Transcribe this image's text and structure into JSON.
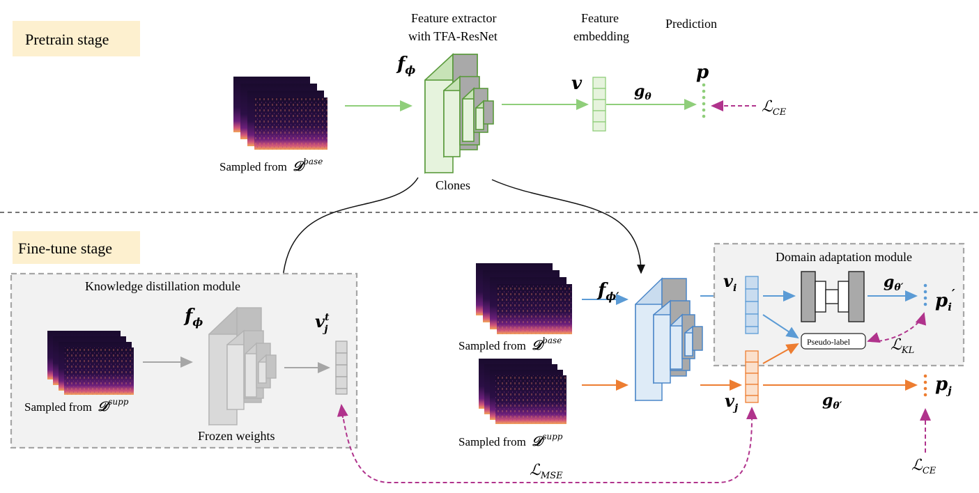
{
  "stages": {
    "pretrain": "Pretrain stage",
    "finetune": "Fine-tune stage"
  },
  "pretrain": {
    "feature_extractor_line1": "Feature extractor",
    "feature_extractor_line2": "with TFA-ResNet",
    "feature_embedding_line1": "Feature",
    "feature_embedding_line2": "embedding",
    "prediction": "Prediction",
    "sampled_from": "Sampled from",
    "dataset_base": "base",
    "f_label": "f",
    "f_sub": "ϕ",
    "v_label": "v",
    "g_label": "g",
    "g_sub": "θ",
    "p_label": "p",
    "loss": "L",
    "loss_sub": "CE",
    "clones": "Clones"
  },
  "kd_module": {
    "title": "Knowledge distillation module",
    "f_label": "f",
    "f_sub": "ϕ",
    "v_label": "v",
    "v_sub": "j",
    "v_sup": "t",
    "sampled_from": "Sampled from",
    "dataset_supp": "supp",
    "frozen": "Frozen weights"
  },
  "finetune": {
    "f_label": "f",
    "f_sub": "ϕ′",
    "sampled_base": "Sampled from",
    "dataset_base": "base",
    "sampled_supp": "Sampled from",
    "dataset_supp": "supp",
    "vi_label": "v",
    "vi_sub": "i",
    "vj_label": "v",
    "vj_sub": "j",
    "g1_label": "g",
    "g1_sub": "θ′",
    "g2_label": "g",
    "g2_sub": "θ′",
    "pi_label": "p",
    "pi_sub": "i",
    "pi_prime": "′",
    "pj_label": "p",
    "pj_sub": "j",
    "loss_kl": "L",
    "loss_kl_sub": "KL",
    "loss_ce": "L",
    "loss_ce_sub": "CE",
    "loss_mse": "L",
    "loss_mse_sub": "MSE"
  },
  "da_module": {
    "title": "Domain adaptation module",
    "pseudo_label": "Pseudo-label"
  },
  "colors": {
    "green": "#8fce7a",
    "green_dark": "#5a9a3c",
    "blue": "#5b9bd5",
    "orange": "#ed7d31",
    "magenta": "#b0338c",
    "gray": "#a6a6a6",
    "stage_bg": "#fdf0cf"
  }
}
